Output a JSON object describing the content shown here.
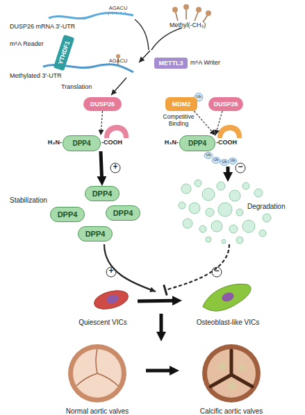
{
  "diagram": {
    "nodes": [
      {
        "text": [
          "YTHDF1"
        ]
      },
      {
        "text": [
          "METTL3"
        ]
      },
      {
        "text": [
          "DUSP26"
        ]
      },
      {
        "text": [
          "MDM2"
        ]
      },
      {
        "text": [
          "DUSP26"
        ]
      },
      {
        "text": [
          "DPP4"
        ]
      },
      {
        "text": [
          "DPP4"
        ]
      },
      {
        "text": [
          "DPP4"
        ]
      },
      {
        "text": [
          "DPP4"
        ]
      },
      {
        "text": [
          "DPP4"
        ]
      },
      {
        "text": [
          "DPP4"
        ]
      },
      {
        "text": [
          "Quiescent VICs"
        ]
      },
      {
        "text": [
          "Osteoblast-like VICs"
        ]
      },
      {
        "text": [
          "Normal aortic valves"
        ]
      },
      {
        "text": [
          "Calcific aortic valves"
        ]
      }
    ],
    "edges": [
      {
        "from": 2,
        "to": 5,
        "arrow": "to"
      },
      {
        "from": 3,
        "to": 6,
        "arrow": "to"
      },
      {
        "from": 4,
        "to": 6,
        "arrow": "to"
      },
      {
        "from": 5,
        "to": 7,
        "arrow": "to"
      },
      {
        "from": 11,
        "to": 12,
        "arrow": "to"
      },
      {
        "from": 13,
        "to": 14,
        "arrow": "to"
      }
    ],
    "labels": [
      "DUSP26 mRNA 3'-UTR",
      "AGACU",
      "Methyl(-CH₃)",
      "m⁶A Reader",
      "m⁶A Writer",
      "Methylated 3'-UTR",
      "AGACU",
      "Translation",
      "H₃N-",
      "-COOH",
      "Ub",
      "Competitive Binding",
      "H₃N-",
      "-COOH",
      "Ub",
      "Ub",
      "Ub",
      "Ub",
      "+",
      "−",
      "Stabilization",
      "Degradation",
      "+",
      "−"
    ]
  }
}
